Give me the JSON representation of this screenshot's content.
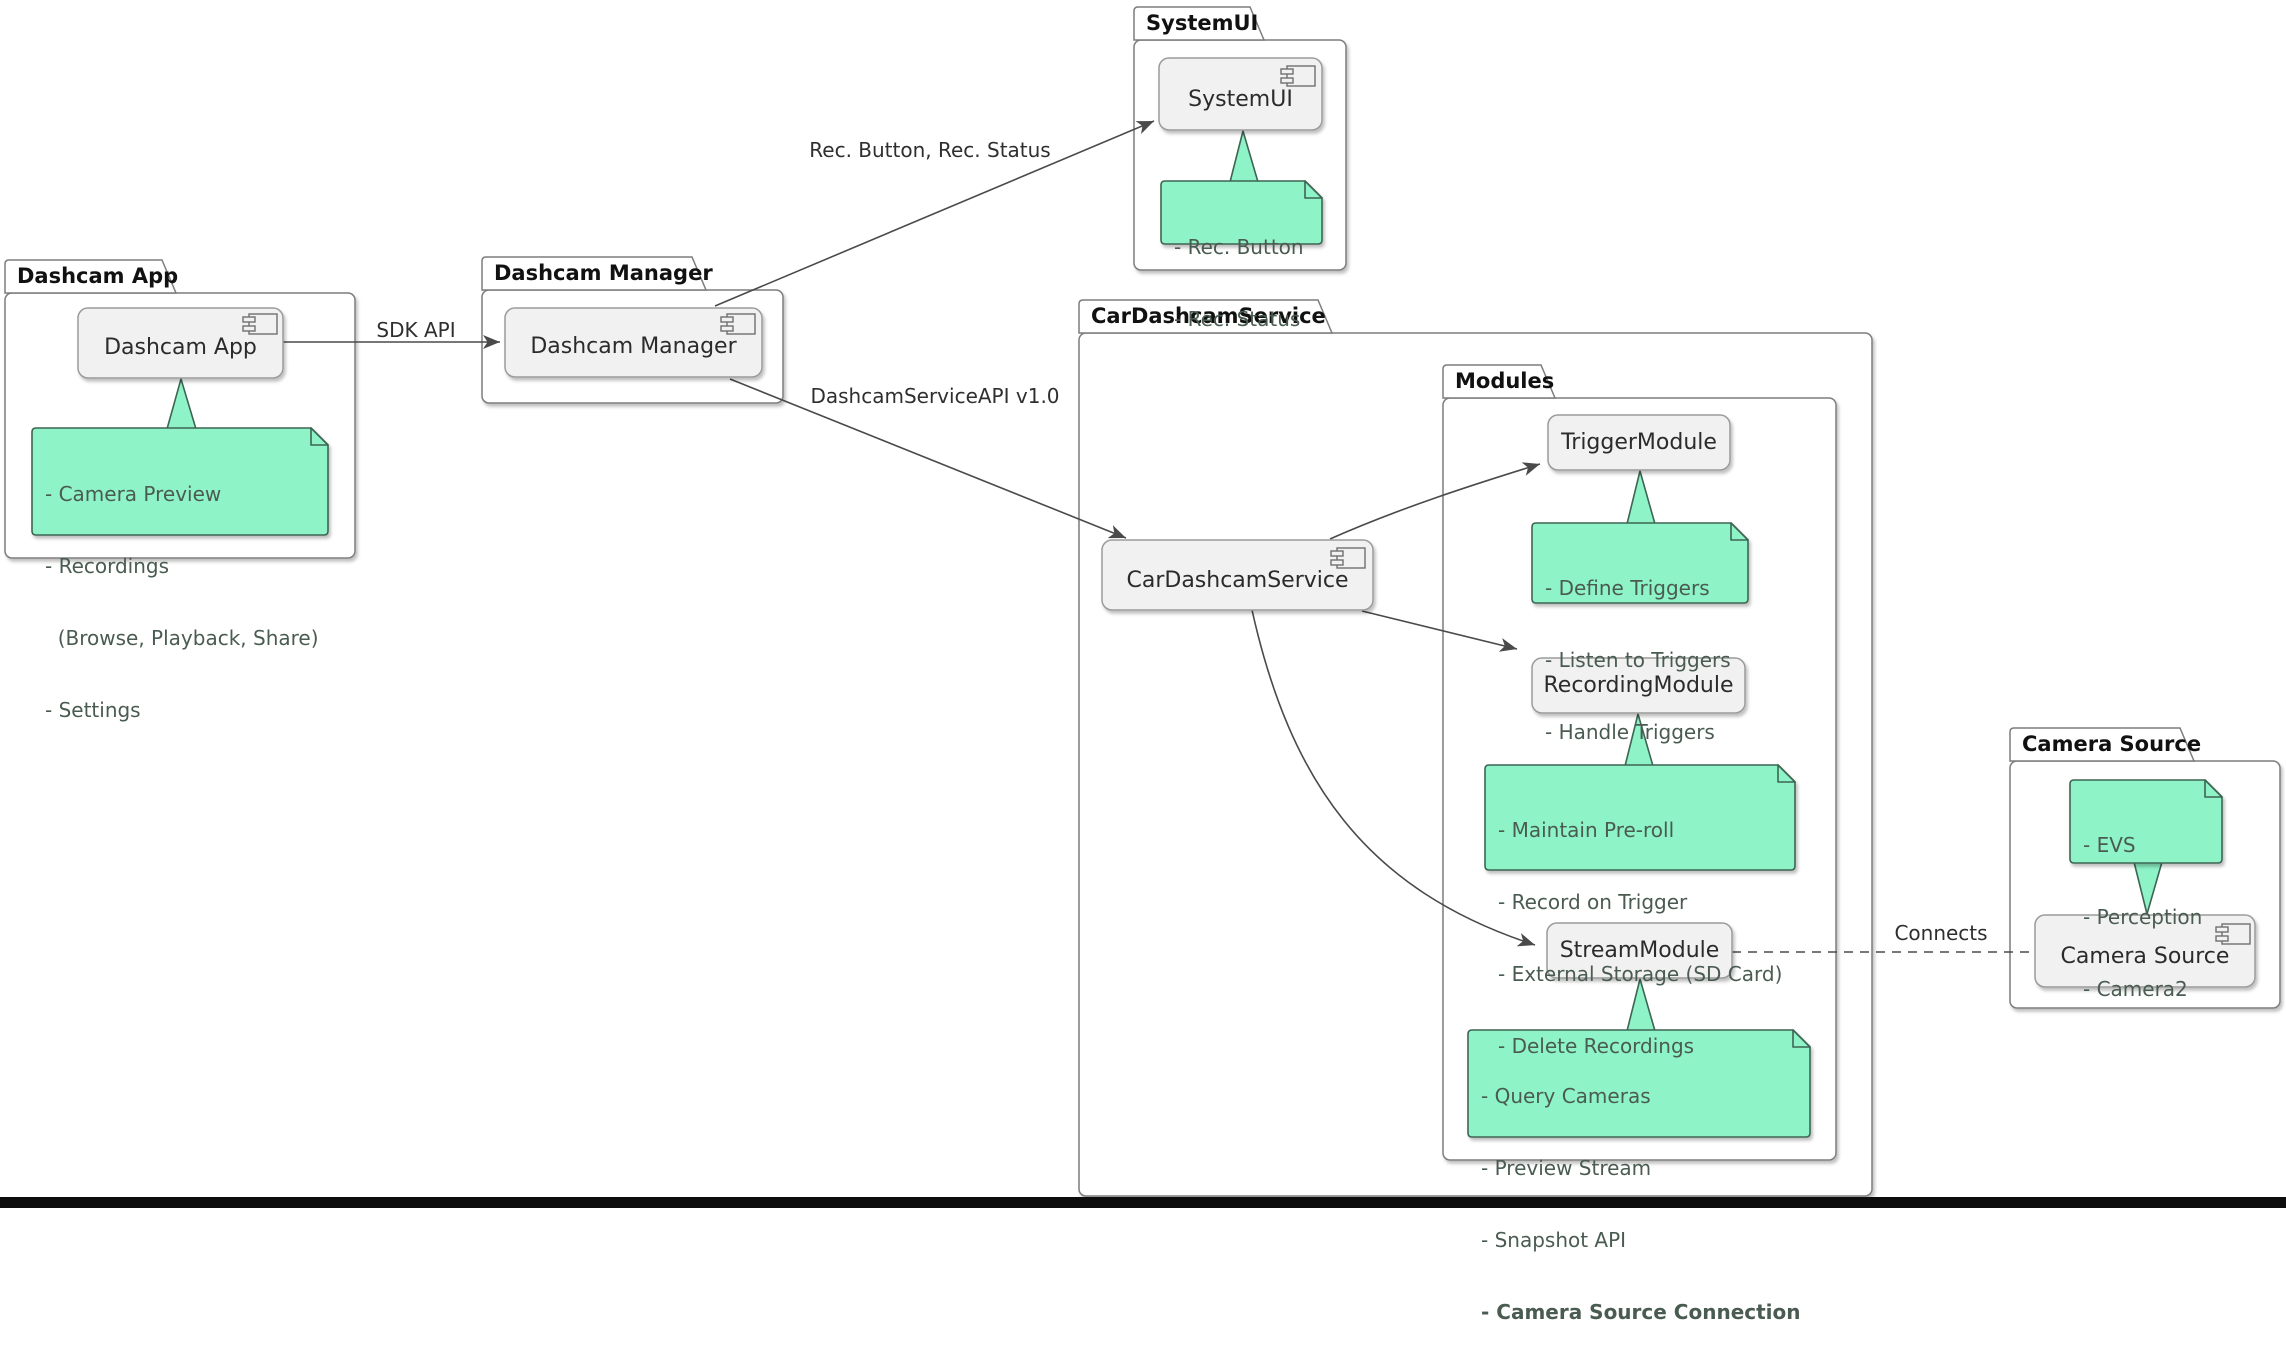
{
  "colors": {
    "note_fill": "#8ef3c6",
    "note_border": "#3e6553",
    "note_text": "#4a5c51",
    "component_fill": "#f1f1f1",
    "component_border": "#9b9b9b",
    "package_border": "#7d7d7d",
    "line": "#4a4a4a",
    "text": "#1f1f1f",
    "bottom_bar": "#0d0d0d"
  },
  "packages": {
    "dashcam_app": "Dashcam App",
    "dashcam_manager": "Dashcam Manager",
    "systemui": "SystemUI",
    "car_dashcam_service": "CarDashcamService",
    "modules": "Modules",
    "camera_source": "Camera Source"
  },
  "components": {
    "dashcam_app": "Dashcam App",
    "dashcam_manager": "Dashcam Manager",
    "systemui": "SystemUI",
    "car_dashcam_service": "CarDashcamService",
    "trigger_module": "TriggerModule",
    "recording_module": "RecordingModule",
    "stream_module": "StreamModule",
    "camera_source": "Camera Source"
  },
  "notes": {
    "dashcam_app": {
      "lines": [
        "- Camera Preview",
        "- Recordings",
        "  (Browse, Playback, Share)",
        "- Settings"
      ]
    },
    "systemui": {
      "lines": [
        "- Rec. Button",
        "- Rec. Status"
      ]
    },
    "trigger_module": {
      "lines": [
        "- Define Triggers",
        "- Listen to Triggers",
        "- Handle Triggers"
      ]
    },
    "recording_module": {
      "lines": [
        "- Maintain Pre-roll",
        "- Record on Trigger",
        "- External Storage (SD Card)",
        "- Delete Recordings"
      ]
    },
    "stream_module": {
      "lines": [
        "- Query Cameras",
        "- Preview Stream",
        "- Snapshot API",
        "- Camera Source Connection"
      ]
    },
    "camera_source": {
      "lines": [
        "- EVS",
        "- Perception",
        "- Camera2"
      ]
    }
  },
  "edge_labels": {
    "sdk_api": "SDK API",
    "rec_button_status": "Rec. Button, Rec. Status",
    "dashcam_service_api": "DashcamServiceAPI v1.0",
    "connects": "Connects"
  }
}
